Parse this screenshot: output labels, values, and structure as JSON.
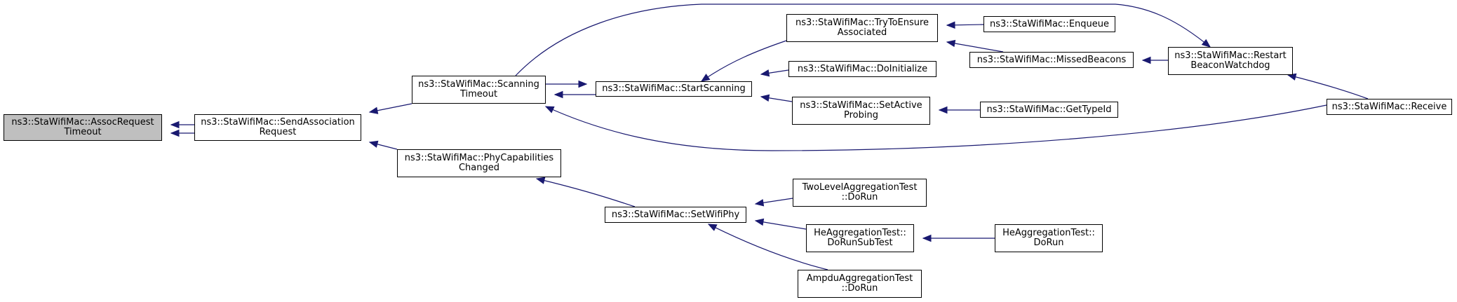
{
  "nodes": [
    {
      "id": "n0",
      "label": "ns3::StaWifiMac::AssocRequest\nTimeout",
      "focus": true
    },
    {
      "id": "n1",
      "label": "ns3::StaWifiMac::SendAssociation\nRequest"
    },
    {
      "id": "n2",
      "label": "ns3::StaWifiMac::Scanning\nTimeout"
    },
    {
      "id": "n3",
      "label": "ns3::StaWifiMac::PhyCapabilities\nChanged"
    },
    {
      "id": "n4",
      "label": "ns3::StaWifiMac::StartScanning"
    },
    {
      "id": "n5",
      "label": "ns3::StaWifiMac::Restart\nBeaconWatchdog"
    },
    {
      "id": "n6",
      "label": "ns3::StaWifiMac::Receive"
    },
    {
      "id": "n7",
      "label": "ns3::StaWifiMac::TryToEnsure\nAssociated"
    },
    {
      "id": "n8",
      "label": "ns3::StaWifiMac::DoInitialize"
    },
    {
      "id": "n9",
      "label": "ns3::StaWifiMac::SetActive\nProbing"
    },
    {
      "id": "n10",
      "label": "ns3::StaWifiMac::Enqueue"
    },
    {
      "id": "n11",
      "label": "ns3::StaWifiMac::MissedBeacons"
    },
    {
      "id": "n12",
      "label": "ns3::StaWifiMac::GetTypeId"
    },
    {
      "id": "n13",
      "label": "ns3::StaWifiMac::SetWifiPhy"
    },
    {
      "id": "n14",
      "label": "TwoLevelAggregationTest\n::DoRun"
    },
    {
      "id": "n15",
      "label": "HeAggregationTest::\nDoRunSubTest"
    },
    {
      "id": "n16",
      "label": "AmpduAggregationTest\n::DoRun"
    },
    {
      "id": "n17",
      "label": "HeAggregationTest::\nDoRun"
    }
  ],
  "edges": [
    {
      "from": "n1",
      "to": "n0"
    },
    {
      "from": "n0",
      "to": "n1"
    },
    {
      "from": "n2",
      "to": "n1"
    },
    {
      "from": "n3",
      "to": "n1"
    },
    {
      "from": "n4",
      "to": "n2"
    },
    {
      "from": "n2",
      "to": "n4"
    },
    {
      "from": "n5",
      "to": "n2"
    },
    {
      "from": "n6",
      "to": "n2"
    },
    {
      "from": "n7",
      "to": "n4"
    },
    {
      "from": "n8",
      "to": "n4"
    },
    {
      "from": "n9",
      "to": "n4"
    },
    {
      "from": "n10",
      "to": "n7"
    },
    {
      "from": "n11",
      "to": "n7"
    },
    {
      "from": "n5",
      "to": "n11"
    },
    {
      "from": "n6",
      "to": "n5"
    },
    {
      "from": "n12",
      "to": "n9"
    },
    {
      "from": "n13",
      "to": "n3"
    },
    {
      "from": "n14",
      "to": "n13"
    },
    {
      "from": "n15",
      "to": "n13"
    },
    {
      "from": "n16",
      "to": "n13"
    },
    {
      "from": "n17",
      "to": "n15"
    }
  ],
  "colors": {
    "edge": "#191970",
    "focus_fill": "#bfbfbf",
    "node_fill": "#ffffff",
    "border": "#000000"
  }
}
